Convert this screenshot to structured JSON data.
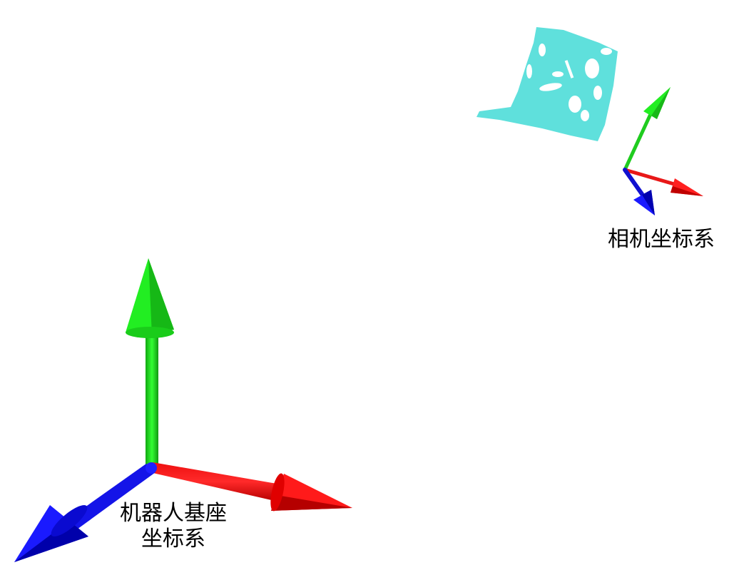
{
  "camera_frame": {
    "label": "相机坐标系"
  },
  "base_frame": {
    "label_line1": "机器人基座",
    "label_line2": "坐标系"
  },
  "colors": {
    "x_axis": "#ff0000",
    "y_axis": "#00e000",
    "z_axis": "#0000ff",
    "point_cloud": "#5fe0dc"
  }
}
